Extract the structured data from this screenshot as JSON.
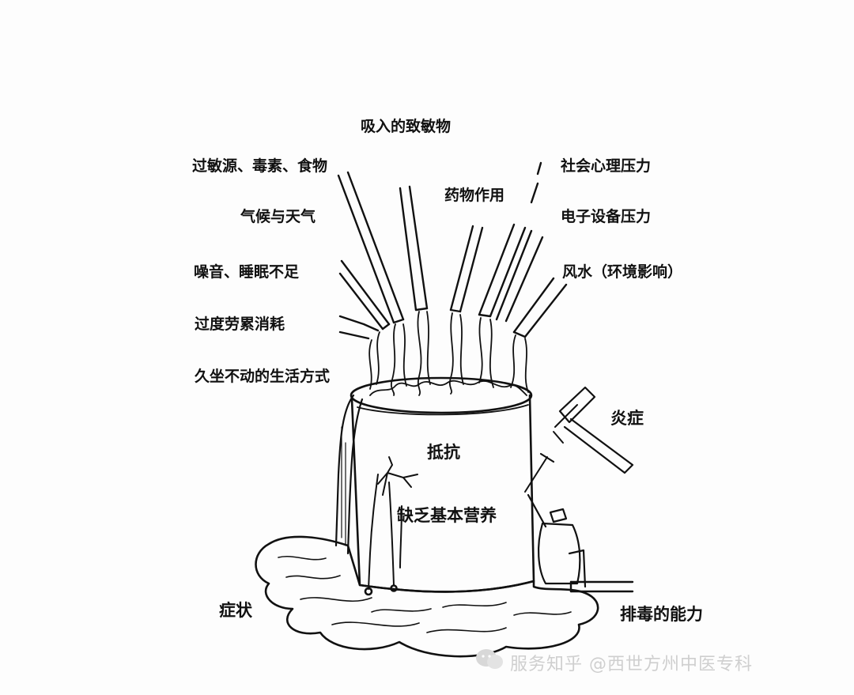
{
  "labels": {
    "inhaled_allergens": "吸入的致敏物",
    "allergens_toxins_food": "过敏源、毒素、食物",
    "climate_weather": "气候与天气",
    "noise_sleep": "噪音、睡眠不足",
    "overwork": "过度劳累消耗",
    "sedentary": "久坐不动的生活方式",
    "drug_effects": "药物作用",
    "social_psych_stress": "社会心理压力",
    "electronic_stress": "电子设备压力",
    "fengshui": "风水（环境影响）",
    "inflammation": "炎症",
    "resistance": "抵抗",
    "lack_nutrition": "缺乏基本营养",
    "symptoms": "症状",
    "detox_ability": "排毒的能力"
  },
  "watermark": "服务知乎 @西世方州中医专科"
}
